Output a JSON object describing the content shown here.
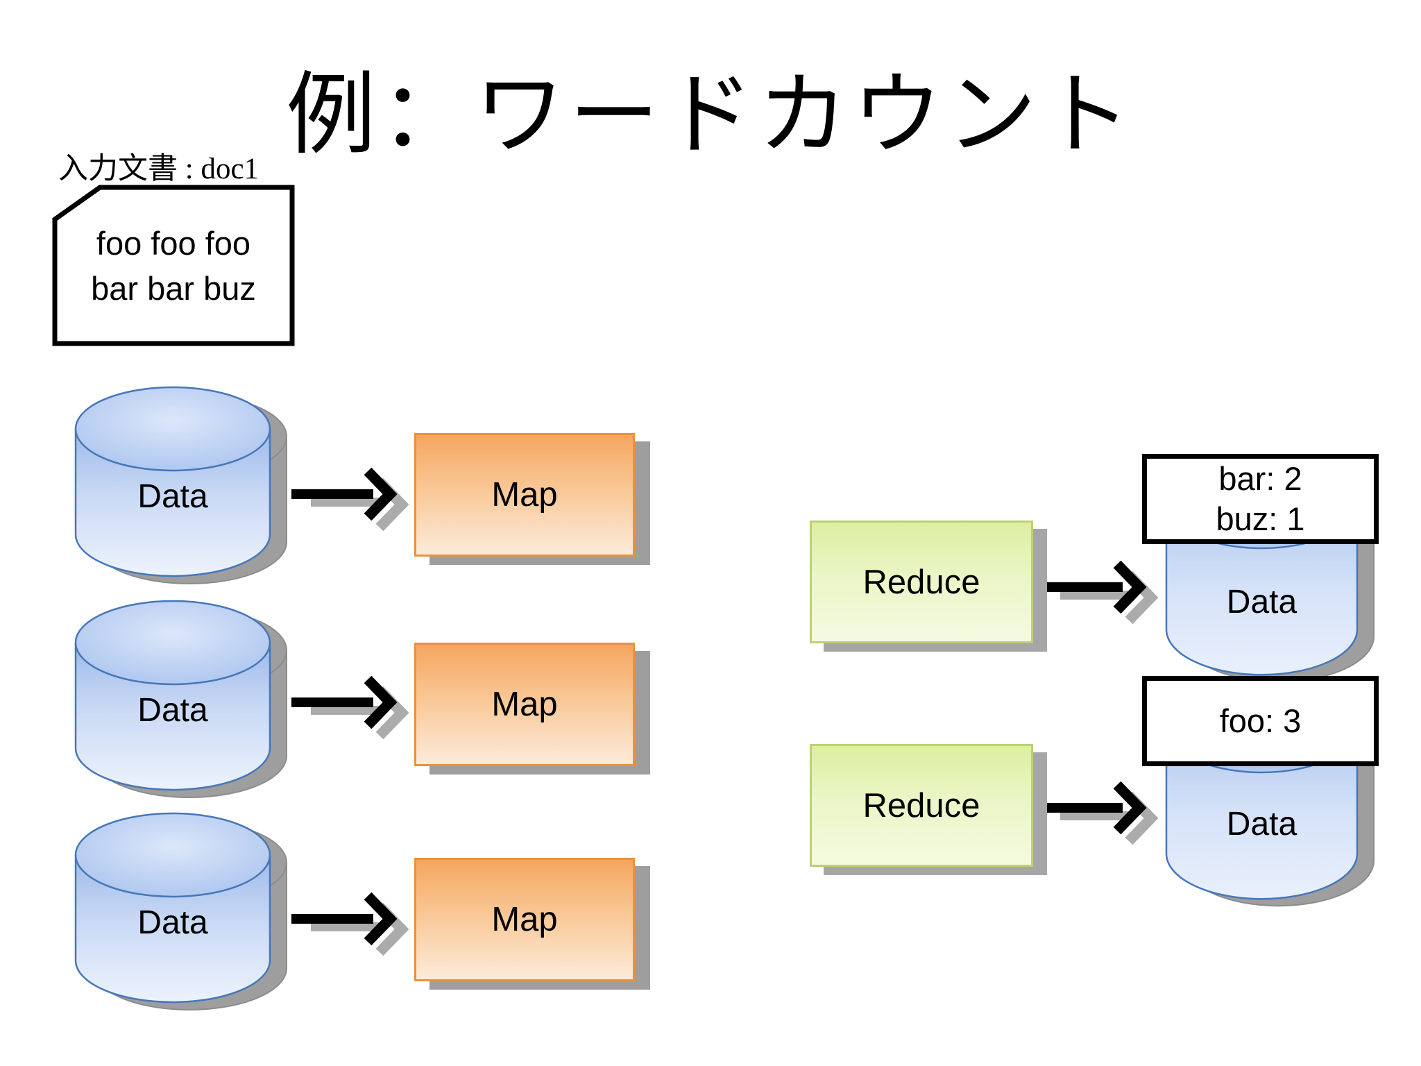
{
  "title": "例：ワードカウント",
  "input_doc": {
    "label": "入力文書 : doc1",
    "lines": [
      "foo foo foo",
      "bar bar buz"
    ]
  },
  "map_rows": [
    {
      "source": "Data",
      "process": "Map"
    },
    {
      "source": "Data",
      "process": "Map"
    },
    {
      "source": "Data",
      "process": "Map"
    }
  ],
  "reduce_groups": [
    {
      "process": "Reduce",
      "results": [
        "bar: 2",
        "buz: 1"
      ],
      "target": "Data"
    },
    {
      "process": "Reduce",
      "results": [
        "foo: 3"
      ],
      "target": "Data"
    }
  ],
  "colors": {
    "cylinder_border": "#4677B8",
    "cylinder_fill_top": "#9DBAE9",
    "cylinder_fill_bottom": "#EDF3FC",
    "map_border": "#E8923D",
    "map_fill_top": "#F5A660",
    "map_fill_bottom": "#FCEBDA",
    "reduce_border": "#BDD073",
    "reduce_fill_top": "#DCEFA0",
    "reduce_fill_bottom": "#F4FAE0",
    "shadow_gray": "#9E9E9E",
    "arrow_black": "#000000",
    "arrow_shadow": "#ABABAB",
    "text_black": "#000000",
    "background": "#FFFFFF"
  }
}
